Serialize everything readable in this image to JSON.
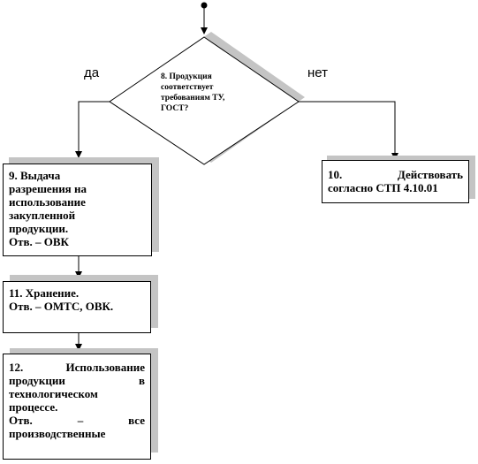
{
  "decision": {
    "lines": [
      "8. Продукция",
      "соответствует",
      "требованиям ТУ,",
      "ГОСТ?"
    ],
    "yes_label": "да",
    "no_label": "нет"
  },
  "box9": {
    "lines": [
      "9. Выдача",
      "разрешения на",
      "использование",
      "закупленной",
      "продукции.",
      "Отв. – ОВК"
    ]
  },
  "box10": {
    "lines": [
      "10. Действовать",
      "согласно СТП 4.10.01"
    ]
  },
  "box11": {
    "lines": [
      "11. Хранение.",
      "Отв. – ОМТС, ОВК."
    ]
  },
  "box12": {
    "lines": [
      "12. Использование",
      "продукции в",
      "технологическом",
      "процессе.",
      "Отв. – все",
      "производственные"
    ]
  }
}
